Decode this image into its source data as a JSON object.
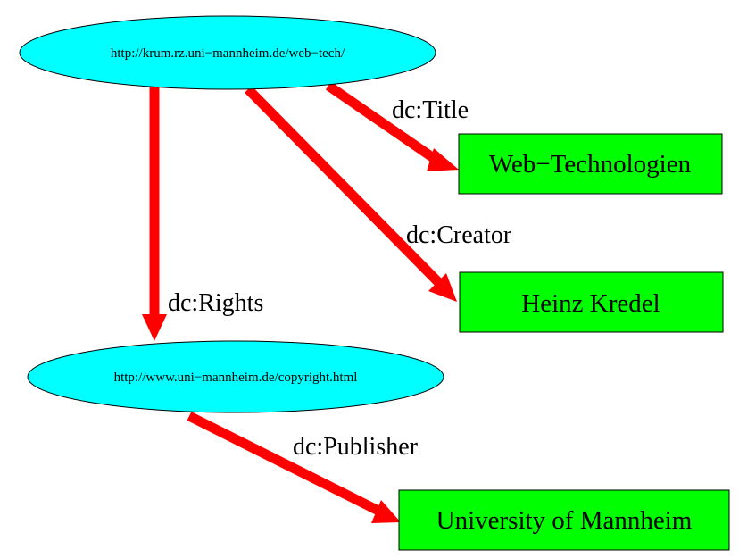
{
  "diagram": {
    "colors": {
      "resource_fill": "#00ffff",
      "literal_fill": "#00ff00",
      "edge_color": "#ff0000",
      "stroke": "#000000"
    },
    "resources": {
      "web_tech": "http://krum.rz.uni−mannheim.de/web−tech/",
      "copyright": "http://www.uni−mannheim.de/copyright.html"
    },
    "literals": {
      "title": "Web−Technologien",
      "creator": "Heinz Kredel",
      "publisher": "University of Mannheim"
    },
    "edges": {
      "title": "dc:Title",
      "creator": "dc:Creator",
      "rights": "dc:Rights",
      "publisher": "dc:Publisher"
    }
  }
}
